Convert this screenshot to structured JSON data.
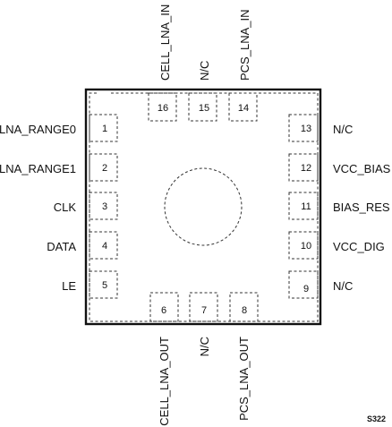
{
  "figure_id": "S322",
  "left_pins": [
    {
      "number": "1",
      "label": "LNA_RANGE0"
    },
    {
      "number": "2",
      "label": "LNA_RANGE1"
    },
    {
      "number": "3",
      "label": "CLK"
    },
    {
      "number": "4",
      "label": "DATA"
    },
    {
      "number": "5",
      "label": "LE"
    }
  ],
  "bottom_pins": [
    {
      "number": "6",
      "label": "CELL_LNA_OUT"
    },
    {
      "number": "7",
      "label": "N/C"
    },
    {
      "number": "8",
      "label": "PCS_LNA_OUT"
    }
  ],
  "right_pins": [
    {
      "number": "9",
      "label": "N/C"
    },
    {
      "number": "10",
      "label": "VCC_DIG"
    },
    {
      "number": "11",
      "label": "BIAS_RES"
    },
    {
      "number": "12",
      "label": "VCC_BIAS"
    },
    {
      "number": "13",
      "label": "N/C"
    }
  ],
  "top_pins": [
    {
      "number": "14",
      "label": "PCS_LNA_IN"
    },
    {
      "number": "15",
      "label": "N/C"
    },
    {
      "number": "16",
      "label": "CELL_LNA_IN"
    }
  ]
}
